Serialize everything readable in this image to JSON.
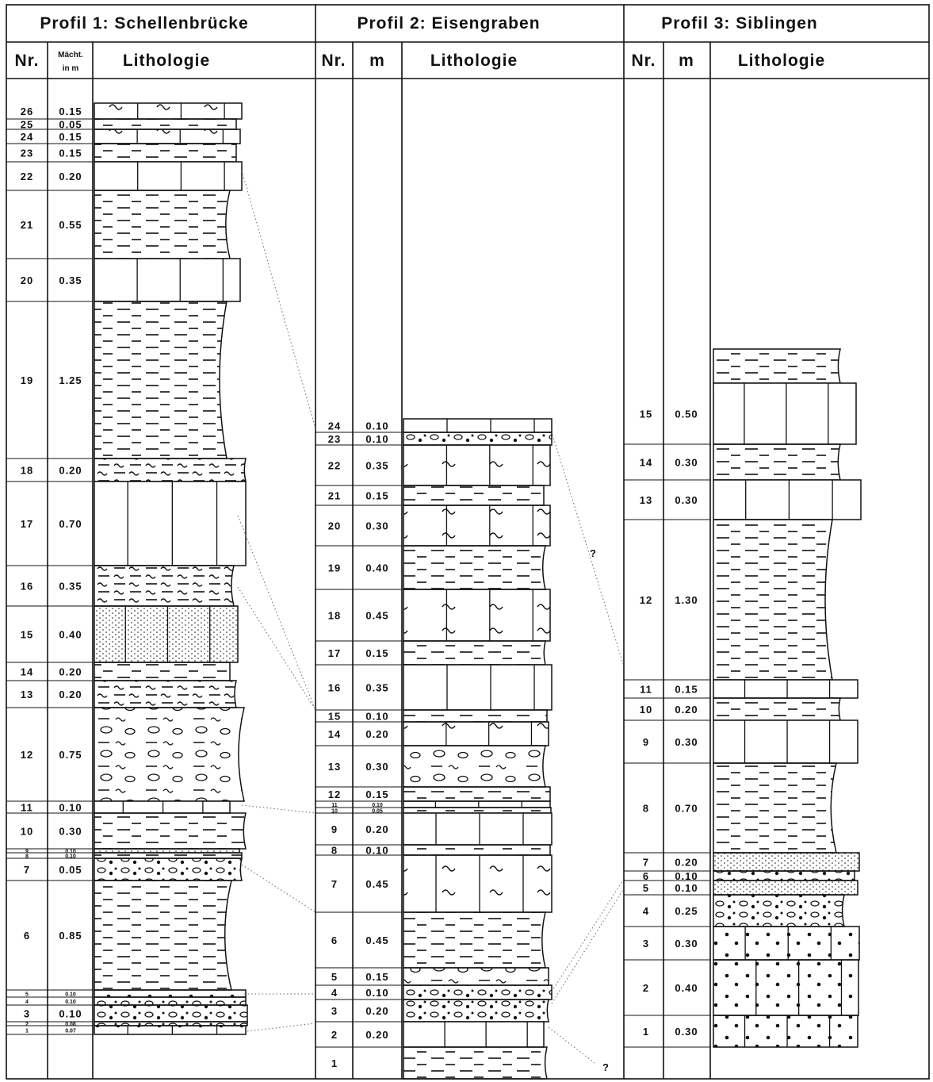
{
  "profiles": [
    {
      "title": "Profil 1: Schellenbrücke",
      "headers": {
        "nr": "Nr.",
        "m_line1": "Mächt.",
        "m_line2": "in m",
        "lith": "Lithologie"
      },
      "layers": [
        {
          "nr": "26",
          "m": "0.15",
          "lith": "marly limestone"
        },
        {
          "nr": "25",
          "m": "0.05",
          "lith": "marl"
        },
        {
          "nr": "24",
          "m": "0.15",
          "lith": "marly limestone"
        },
        {
          "nr": "23",
          "m": "0.15",
          "lith": "marl"
        },
        {
          "nr": "22",
          "m": "0.20",
          "lith": "limestone"
        },
        {
          "nr": "21",
          "m": "0.55",
          "lith": "marl"
        },
        {
          "nr": "20",
          "m": "0.35",
          "lith": "limestone"
        },
        {
          "nr": "19",
          "m": "1.25",
          "lith": "marl"
        },
        {
          "nr": "18",
          "m": "0.20",
          "lith": "nodular marl"
        },
        {
          "nr": "17",
          "m": "0.70",
          "lith": "limestone"
        },
        {
          "nr": "16",
          "m": "0.35",
          "lith": "nodular marl"
        },
        {
          "nr": "15",
          "m": "0.40",
          "lith": "sandy limestone"
        },
        {
          "nr": "14",
          "m": "0.20",
          "lith": "marl"
        },
        {
          "nr": "13",
          "m": "0.20",
          "lith": "nodular marl"
        },
        {
          "nr": "12",
          "m": "0.75",
          "lith": "marl with concretions"
        },
        {
          "nr": "11",
          "m": "0.10",
          "lith": "limestone"
        },
        {
          "nr": "10",
          "m": "0.30",
          "lith": "marl"
        },
        {
          "nr": "9",
          "m": "0.10",
          "lith": "sandy marl"
        },
        {
          "nr": "8",
          "m": "0.10",
          "lith": "marl"
        },
        {
          "nr": "7",
          "m": "0.05",
          "lith": "pebbly marl"
        },
        {
          "nr": "6",
          "m": "0.85",
          "lith": "marl"
        },
        {
          "nr": "5",
          "m": "0.10",
          "lith": "oolitic marl"
        },
        {
          "nr": "4",
          "m": "0.10",
          "lith": "conglomerate"
        },
        {
          "nr": "3",
          "m": "0.10",
          "lith": "conglomerate"
        },
        {
          "nr": "2",
          "m": "0.08",
          "lith": "conglomerate"
        },
        {
          "nr": "1",
          "m": "0.07",
          "lith": "oolitic limestone"
        }
      ]
    },
    {
      "title": "Profil 2: Eisengraben",
      "headers": {
        "nr": "Nr.",
        "m": "m",
        "lith": "Lithologie"
      },
      "layers": [
        {
          "nr": "24",
          "m": "0.10",
          "lith": "limestone"
        },
        {
          "nr": "23",
          "m": "0.10",
          "lith": "conglomerate"
        },
        {
          "nr": "22",
          "m": "0.35",
          "lith": "marly limestone"
        },
        {
          "nr": "21",
          "m": "0.15",
          "lith": "marl"
        },
        {
          "nr": "20",
          "m": "0.30",
          "lith": "marly limestone"
        },
        {
          "nr": "19",
          "m": "0.40",
          "lith": "marl"
        },
        {
          "nr": "18",
          "m": "0.45",
          "lith": "marly limestone"
        },
        {
          "nr": "17",
          "m": "0.15",
          "lith": "marl"
        },
        {
          "nr": "16",
          "m": "0.35",
          "lith": "limestone"
        },
        {
          "nr": "15",
          "m": "0.10",
          "lith": "marl"
        },
        {
          "nr": "14",
          "m": "0.20",
          "lith": "marly limestone"
        },
        {
          "nr": "13",
          "m": "0.30",
          "lith": "marl with concretions"
        },
        {
          "nr": "12",
          "m": "0.15",
          "lith": "marl"
        },
        {
          "nr": "11",
          "m": "0.10",
          "lith": "marly limestone"
        },
        {
          "nr": "10",
          "m": "0.05",
          "lith": "marl"
        },
        {
          "nr": "9",
          "m": "0.20",
          "lith": "limestone"
        },
        {
          "nr": "8",
          "m": "0.10",
          "lith": "marl"
        },
        {
          "nr": "7",
          "m": "0.45",
          "lith": "marly limestone"
        },
        {
          "nr": "6",
          "m": "0.45",
          "lith": "marl"
        },
        {
          "nr": "5",
          "m": "0.15",
          "lith": "marl with concretions"
        },
        {
          "nr": "4",
          "m": "0.10",
          "lith": "conglomerate"
        },
        {
          "nr": "3",
          "m": "0.20",
          "lith": "conglomerate"
        },
        {
          "nr": "2",
          "m": "0.20",
          "lith": "limestone"
        },
        {
          "nr": "1",
          "m": "",
          "lith": "marl"
        }
      ]
    },
    {
      "title": "Profil 3: Siblingen",
      "headers": {
        "nr": "Nr.",
        "m": "m",
        "lith": "Lithologie"
      },
      "layers": [
        {
          "nr": "",
          "m": "",
          "lith": "marl"
        },
        {
          "nr": "15",
          "m": "0.50",
          "lith": "limestone"
        },
        {
          "nr": "14",
          "m": "0.30",
          "lith": "marl"
        },
        {
          "nr": "13",
          "m": "0.30",
          "lith": "limestone"
        },
        {
          "nr": "12",
          "m": "1.30",
          "lith": "marl"
        },
        {
          "nr": "11",
          "m": "0.15",
          "lith": "limestone"
        },
        {
          "nr": "10",
          "m": "0.20",
          "lith": "marl"
        },
        {
          "nr": "9",
          "m": "0.30",
          "lith": "limestone"
        },
        {
          "nr": "8",
          "m": "0.70",
          "lith": "marl"
        },
        {
          "nr": "7",
          "m": "0.20",
          "lith": "sandy marl"
        },
        {
          "nr": "6",
          "m": "0.10",
          "lith": "pebbly marl"
        },
        {
          "nr": "5",
          "m": "0.10",
          "lith": "sand"
        },
        {
          "nr": "4",
          "m": "0.25",
          "lith": "oolitic nodules"
        },
        {
          "nr": "3",
          "m": "0.30",
          "lith": "oolitic limestone"
        },
        {
          "nr": "2",
          "m": "0.40",
          "lith": "oolitic limestone"
        },
        {
          "nr": "1",
          "m": "0.30",
          "lith": "oolitic limestone"
        }
      ]
    }
  ],
  "question_marks": [
    "?",
    "?"
  ]
}
